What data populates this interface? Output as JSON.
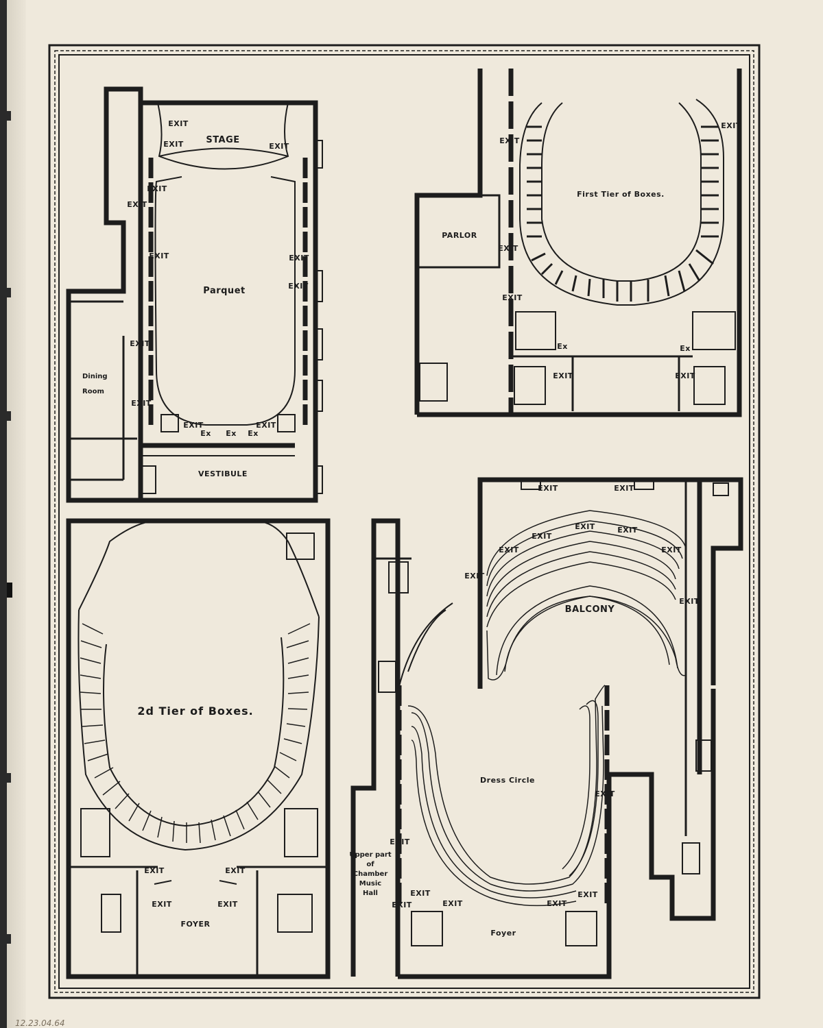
{
  "plans": {
    "parquet": {
      "title": "Parquet",
      "stage": "STAGE",
      "vestibule": "VESTIBULE",
      "dining_room_1": "Dining",
      "dining_room_2": "Room",
      "exit": "EXIT",
      "ex": "Ex"
    },
    "first_tier": {
      "title": "First Tier of Boxes.",
      "parlor": "PARLOR",
      "exit": "EXIT",
      "ex": "Ex"
    },
    "second_tier": {
      "title": "2d Tier of Boxes.",
      "foyer": "FOYER",
      "exit": "EXIT"
    },
    "balcony": {
      "title": "BALCONY",
      "exit": "EXIT"
    },
    "dress_circle": {
      "title": "Dress Circle",
      "foyer": "Foyer",
      "exit": "EXIT",
      "chamber_1": "Upper part",
      "chamber_2": "of",
      "chamber_3": "Chamber",
      "chamber_4": "Music",
      "chamber_5": "Hall"
    }
  },
  "annotation": "12.23.04.64",
  "colors": {
    "paper": "#efe9dc",
    "ink": "#1d1d1d",
    "background": "#2a2a2a"
  }
}
